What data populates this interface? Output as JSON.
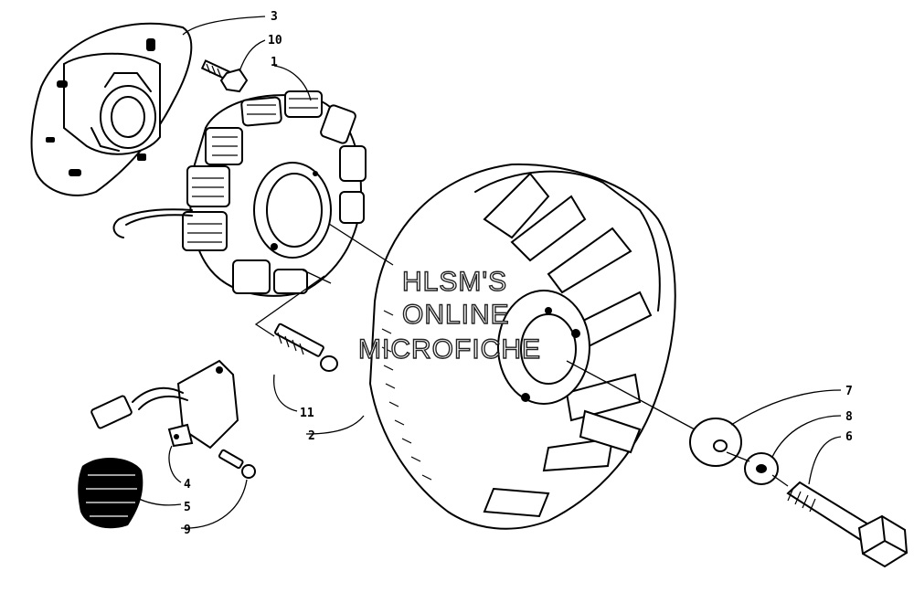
{
  "callouts": {
    "c1": "1",
    "c2": "2",
    "c3": "3",
    "c4": "4",
    "c5": "5",
    "c6": "6",
    "c7": "7",
    "c8": "8",
    "c9": "9",
    "c10": "10",
    "c11": "11"
  },
  "watermark": {
    "line1": "HLSM'S",
    "line2": "ONLINE",
    "line3": "MICROFICHE"
  }
}
